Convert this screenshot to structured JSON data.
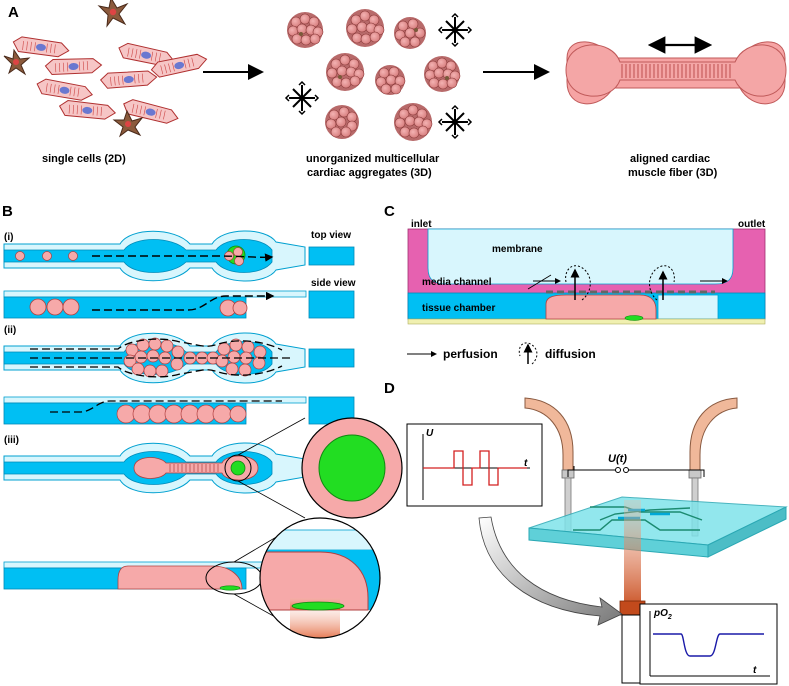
{
  "panels": {
    "a": {
      "label": "A",
      "captions": {
        "single_cells": "single cells (2D)",
        "aggregates_line1": "unorganized multicellular",
        "aggregates_line2": "cardiac aggregates (3D)",
        "fiber_line1": "aligned cardiac",
        "fiber_line2": "muscle fiber (3D)"
      }
    },
    "b": {
      "label": "B",
      "steps": [
        "(i)",
        "(ii)",
        "(iii)"
      ],
      "views": {
        "top": "top view",
        "side": "side view"
      }
    },
    "c": {
      "label": "C",
      "inlet": "inlet",
      "outlet": "outlet",
      "membrane": "membrane",
      "media_channel": "media channel",
      "tissue_chamber": "tissue chamber",
      "legend": {
        "perfusion": "perfusion",
        "diffusion": "diffusion"
      }
    },
    "d": {
      "label": "D",
      "voltage_axis": "U",
      "time_axis": "t",
      "signal_label": "U(t)",
      "oxygen_axis": "pO",
      "oxygen_sub": "2"
    }
  },
  "colors": {
    "channel": "#00bff3",
    "channel_light": "#d8f6fd",
    "tissue": "#f6a9a9",
    "cell_body": "#f6c6c6",
    "core": "#22dd22",
    "media": "#e661b0",
    "signal": "#d42020",
    "trace": "#1a1aa8",
    "tube": "#f0b89a",
    "glass": "#7fe3ea"
  }
}
